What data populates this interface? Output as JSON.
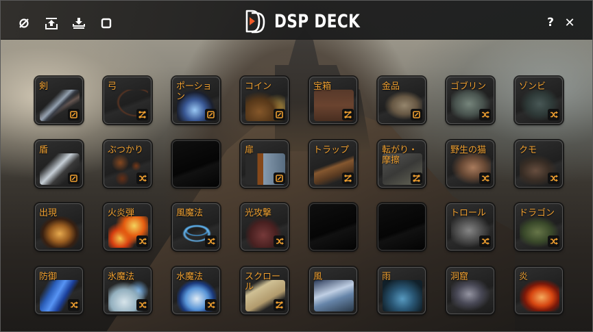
{
  "header": {
    "title": "DSP DECK",
    "buttons": [
      {
        "name": "clear",
        "icon": "empty-set-icon"
      },
      {
        "name": "upload",
        "icon": "upload-icon"
      },
      {
        "name": "download",
        "icon": "download-icon"
      },
      {
        "name": "stop",
        "icon": "square-icon"
      }
    ],
    "help_label": "?",
    "close_label": "✕"
  },
  "colors": {
    "accent": "#f0a030",
    "logo_play": "#f05a28",
    "tile_bg": "#1f1f1f",
    "tile_border": "#555555"
  },
  "tiles": [
    {
      "label": "剣",
      "badge": "expand",
      "art": "sword",
      "row": 0,
      "col": 0
    },
    {
      "label": "弓",
      "badge": "network",
      "art": "bow",
      "row": 0,
      "col": 1
    },
    {
      "label": "ポーション",
      "badge": "expand",
      "art": "potion",
      "row": 0,
      "col": 2
    },
    {
      "label": "コイン",
      "badge": "expand",
      "art": "coins",
      "row": 0,
      "col": 3
    },
    {
      "label": "宝箱",
      "badge": "network",
      "art": "chest",
      "row": 0,
      "col": 4
    },
    {
      "label": "金品",
      "badge": "expand",
      "art": "loot",
      "row": 0,
      "col": 5
    },
    {
      "label": "ゴブリン",
      "badge": "shuffle",
      "art": "goblin",
      "row": 0,
      "col": 6
    },
    {
      "label": "ゾンビ",
      "badge": "shuffle",
      "art": "zombie",
      "row": 0,
      "col": 7
    },
    {
      "label": "盾",
      "badge": "expand",
      "art": "shield",
      "row": 1,
      "col": 0
    },
    {
      "label": "ぶつかり",
      "badge": "shuffle",
      "art": "impact",
      "row": 1,
      "col": 1
    },
    {
      "label": "",
      "badge": "",
      "art": "",
      "row": 1,
      "col": 2,
      "empty": true
    },
    {
      "label": "扉",
      "badge": "expand",
      "art": "door",
      "row": 1,
      "col": 3
    },
    {
      "label": "トラップ",
      "badge": "network",
      "art": "trap",
      "row": 1,
      "col": 4
    },
    {
      "label": "転がり・摩擦",
      "badge": "network",
      "art": "rolling",
      "row": 1,
      "col": 5
    },
    {
      "label": "野生の猫",
      "badge": "shuffle",
      "art": "wildcat",
      "row": 1,
      "col": 6
    },
    {
      "label": "クモ",
      "badge": "shuffle",
      "art": "spider",
      "row": 1,
      "col": 7
    },
    {
      "label": "出現",
      "badge": "",
      "art": "spawn",
      "row": 2,
      "col": 0
    },
    {
      "label": "火炎弾",
      "badge": "shuffle",
      "art": "fireball",
      "row": 2,
      "col": 1
    },
    {
      "label": "風魔法",
      "badge": "shuffle",
      "art": "windmagic",
      "row": 2,
      "col": 2
    },
    {
      "label": "光攻撃",
      "badge": "shuffle",
      "art": "light",
      "row": 2,
      "col": 3
    },
    {
      "label": "",
      "badge": "",
      "art": "",
      "row": 2,
      "col": 4,
      "empty": true
    },
    {
      "label": "",
      "badge": "",
      "art": "",
      "row": 2,
      "col": 5,
      "empty": true
    },
    {
      "label": "トロール",
      "badge": "shuffle",
      "art": "troll",
      "row": 2,
      "col": 6
    },
    {
      "label": "ドラゴン",
      "badge": "shuffle",
      "art": "dragon",
      "row": 2,
      "col": 7
    },
    {
      "label": "防御",
      "badge": "shuffle",
      "art": "defense",
      "row": 3,
      "col": 0
    },
    {
      "label": "氷魔法",
      "badge": "shuffle",
      "art": "ice",
      "row": 3,
      "col": 1
    },
    {
      "label": "水魔法",
      "badge": "shuffle",
      "art": "water",
      "row": 3,
      "col": 2
    },
    {
      "label": "スクロール",
      "badge": "network",
      "art": "scroll",
      "row": 3,
      "col": 3
    },
    {
      "label": "風",
      "badge": "",
      "art": "wind",
      "row": 3,
      "col": 4
    },
    {
      "label": "雨",
      "badge": "",
      "art": "rain",
      "row": 3,
      "col": 5
    },
    {
      "label": "洞窟",
      "badge": "",
      "art": "cave",
      "row": 3,
      "col": 6
    },
    {
      "label": "炎",
      "badge": "",
      "art": "flame",
      "row": 3,
      "col": 7
    }
  ]
}
